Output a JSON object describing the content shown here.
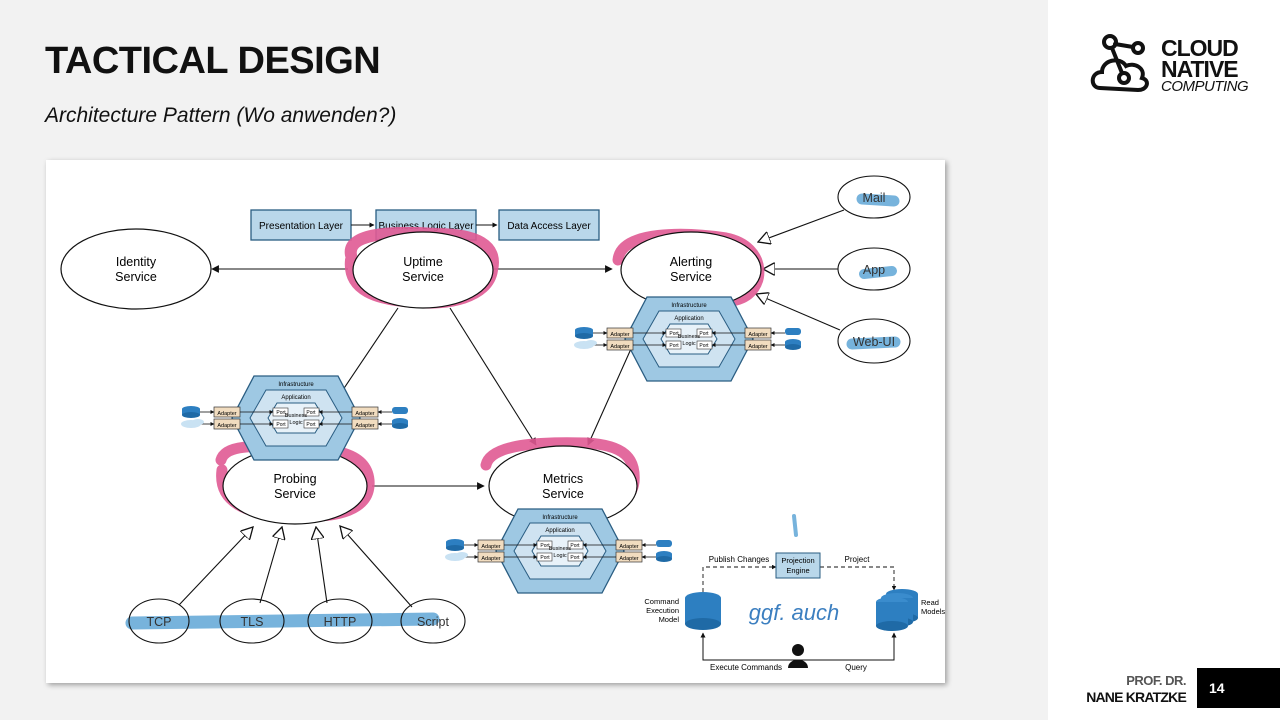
{
  "slide": {
    "title": "TACTICAL DESIGN",
    "subtitle": "Architecture Pattern (Wo anwenden?)",
    "page_number": "14"
  },
  "brand": {
    "logo_line1": "CLOUD",
    "logo_line2": "NATIVE",
    "logo_line3": "COMPUTING",
    "author_line1": "PROF. DR.",
    "author_line2": "NANE KRATZKE"
  },
  "diagram": {
    "layers": [
      "Presentation Layer",
      "Business Logic Layer",
      "Data Access Layer"
    ],
    "services": {
      "identity": [
        "Identity",
        "Service"
      ],
      "uptime": [
        "Uptime",
        "Service"
      ],
      "alerting": [
        "Alerting",
        "Service"
      ],
      "probing": [
        "Probing",
        "Service"
      ],
      "metrics": [
        "Metrics",
        "Service"
      ]
    },
    "clients": [
      "Mail",
      "App",
      "Web-UI"
    ],
    "protocols": [
      "TCP",
      "TLS",
      "HTTP",
      "Script"
    ],
    "hexagon": {
      "infrastructure": "Infrastructure",
      "application": "Application",
      "business_logic": [
        "Business",
        "Logic"
      ],
      "port": "Port",
      "adapter": "Adapter"
    },
    "cqrs": {
      "publish_changes": "Publish Changes",
      "projection_engine": [
        "Projection",
        "Engine"
      ],
      "project": "Project",
      "command_model": [
        "Command",
        "Execution",
        "Model"
      ],
      "read_models": [
        "Read",
        "Models"
      ],
      "execute_commands": "Execute Commands",
      "query": "Query",
      "handwritten_note": "ggf. auch"
    }
  },
  "colors": {
    "layer_box": "#b9d7ea",
    "hex_outer": "#9ec8e3",
    "hex_inner": "#cfe3f1",
    "adapter": "#f1dcbf",
    "pink_highlight": "#e05a93",
    "blue_highlight": "#5fa6d6",
    "db_blue": "#2d7fc1"
  }
}
